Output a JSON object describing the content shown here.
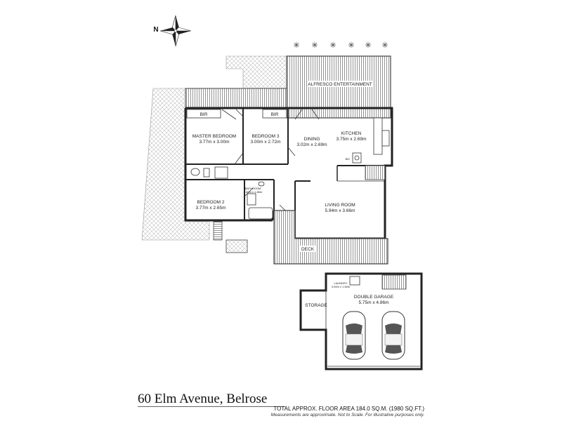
{
  "address": "60 Elm Avenue, Belrose",
  "floor_area": "TOTAL APPROX. FLOOR AREA 184.0 SQ.M. (1980 SQ.FT.)",
  "disclaimer": "Measurements are approximate. Not to Scale. For illustrative purposes only.",
  "rooms": {
    "alfresco": "ALFRESCO ENTERTAINMENT",
    "bir1": "BIR",
    "bir2": "BIR",
    "master_name": "MASTER BEDROOM",
    "master_size": "3.77m x 3.00m",
    "bed3_name": "BEDROOM 3",
    "bed3_size": "3.00m x 2.72m",
    "dining_name": "DINING",
    "dining_size": "3.02m x 2.69m",
    "kitchen_name": "KITCHEN",
    "kitchen_size": "3.75m x 2.69m",
    "bed2_name": "BEDROOM 2",
    "bed2_size": "3.77m x 2.65m",
    "bath_name": "BATHROOM",
    "bath_size": "2.60m x 1.86m",
    "living_name": "LIVING ROOM",
    "living_size": "5.94m x 3.66m",
    "deck": "DECK",
    "laundry_name": "LAUNDRY",
    "laundry_size": "3.00m x 1.60m",
    "storage": "STORAGE",
    "garage_name": "DOUBLE GARAGE",
    "garage_size": "5.75m x 4.86m"
  },
  "compass_label": "N",
  "colors": {
    "wall": "#222222",
    "deck_stripe": "#888888",
    "hatch": "#aaaaaa",
    "background": "#ffffff"
  }
}
